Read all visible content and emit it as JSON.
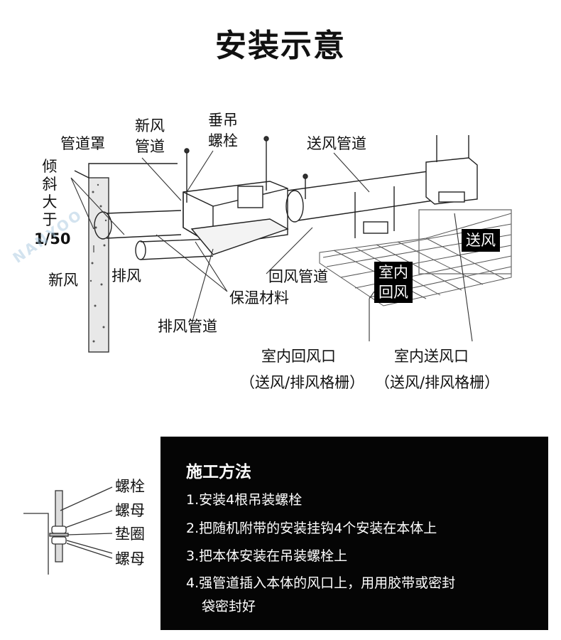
{
  "title": "安装示意",
  "diagram": {
    "labels": {
      "duct_cover": "管道罩",
      "fresh_air_duct_1": "新风",
      "fresh_air_duct_2": "管道",
      "hanging_bolt_1": "垂吊",
      "hanging_bolt_2": "螺栓",
      "supply_duct": "送风管道",
      "slope_chars": [
        "倾",
        "斜",
        "大",
        "于"
      ],
      "slope_value": "1/50",
      "fresh_air": "新风",
      "exhaust": "排风",
      "supply_air_tag": "送风",
      "return_duct": "回风管道",
      "indoor_return_tag_1": "室内",
      "indoor_return_tag_2": "回风",
      "insulation": "保温材料",
      "exhaust_duct": "排风管道",
      "indoor_return_outlet": "室内回风口",
      "indoor_return_grille": "（送风/排风格栅）",
      "indoor_supply_outlet": "室内送风口",
      "indoor_supply_grille": "（送风/排风格栅）"
    }
  },
  "bolt_diagram": {
    "labels": [
      "螺栓",
      "螺母",
      "垫圈",
      "螺母"
    ]
  },
  "construction": {
    "title": "施工方法",
    "steps": [
      "1.安装4根吊装螺栓",
      "2.把随机附带的安装挂钩4个安装在本体上",
      "3.把本体安装在吊装螺栓上",
      "4.强管道插入本体的风口上，用用胶带或密封",
      "袋密封好"
    ]
  },
  "watermark": "NANYOO"
}
